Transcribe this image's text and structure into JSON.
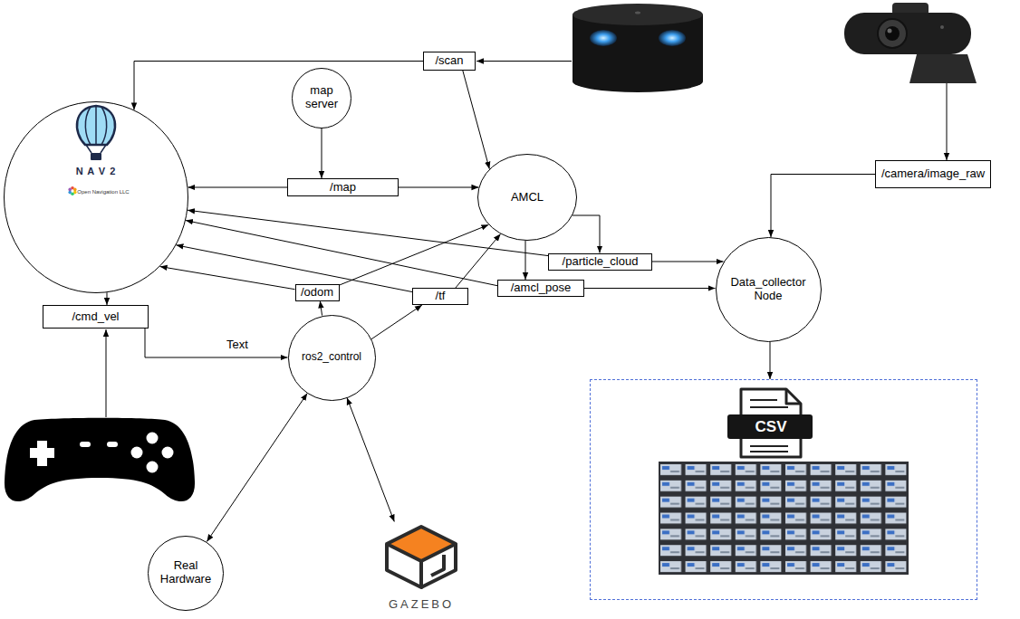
{
  "diagram": {
    "nodes": [
      {
        "text": [
          "/scan"
        ]
      },
      {
        "text": [
          "map server"
        ]
      },
      {
        "text": [
          "N A V 2",
          "Open Navigation LLC"
        ]
      },
      {
        "text": [
          "/map"
        ]
      },
      {
        "text": [
          "AMCL"
        ]
      },
      {
        "text": [
          "/camera/image_raw"
        ]
      },
      {
        "text": [
          "/particle_cloud"
        ]
      },
      {
        "text": [
          "/amcl_pose"
        ]
      },
      {
        "text": [
          "/odom"
        ]
      },
      {
        "text": [
          "/tf"
        ]
      },
      {
        "text": [
          "Data_collector Node"
        ]
      },
      {
        "text": [
          "/cmd_vel"
        ]
      },
      {
        "text": [
          "ros2_control"
        ]
      },
      {
        "text": [
          "CSV"
        ]
      },
      {
        "text": [
          "Real Hardware"
        ]
      },
      {
        "text": [
          "GAZEBO"
        ]
      }
    ],
    "edges": [
      {
        "from": 0,
        "to": 2,
        "arrow": "to"
      },
      {
        "from": 0,
        "to": 4,
        "arrow": "to"
      },
      {
        "from": 1,
        "to": 3,
        "arrow": "to"
      },
      {
        "from": 3,
        "to": 2,
        "arrow": "to"
      },
      {
        "from": 3,
        "to": 4,
        "arrow": "to"
      },
      {
        "from": 4,
        "to": 6,
        "arrow": "to"
      },
      {
        "from": 4,
        "to": 7,
        "arrow": "to"
      },
      {
        "from": 6,
        "to": 2,
        "arrow": "to"
      },
      {
        "from": 6,
        "to": 10,
        "arrow": "to"
      },
      {
        "from": 7,
        "to": 2,
        "arrow": "to"
      },
      {
        "from": 7,
        "to": 10,
        "arrow": "to"
      },
      {
        "from": 5,
        "to": 10,
        "arrow": "to"
      },
      {
        "from": 8,
        "to": 2,
        "arrow": "to"
      },
      {
        "from": 8,
        "to": 4,
        "arrow": "to"
      },
      {
        "from": 9,
        "to": 2,
        "arrow": "to"
      },
      {
        "from": 9,
        "to": 4,
        "arrow": "to"
      },
      {
        "from": 12,
        "to": 8,
        "arrow": "to"
      },
      {
        "from": 12,
        "to": 9,
        "arrow": "to"
      },
      {
        "from": 2,
        "to": 11,
        "arrow": "to"
      },
      {
        "from": 11,
        "to": 12,
        "arrow": "to",
        "label": "Text"
      },
      {
        "from": 12,
        "to": 14,
        "arrow": "both"
      },
      {
        "from": 12,
        "to": 15,
        "arrow": "both"
      },
      {
        "from": 10,
        "to": 13,
        "arrow": "to"
      }
    ]
  }
}
